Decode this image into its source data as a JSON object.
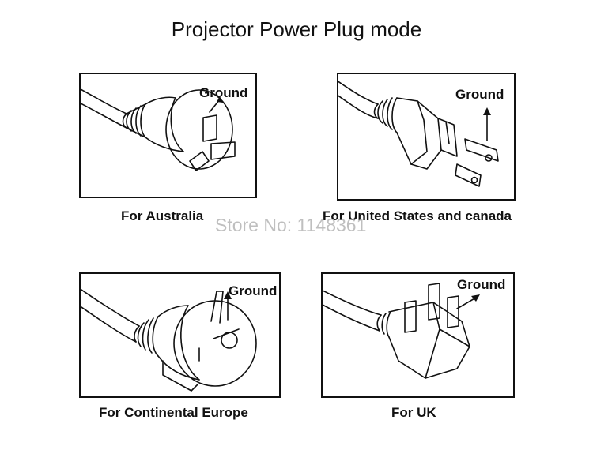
{
  "title": "Projector Power Plug mode",
  "ground_label": "Ground",
  "panels": [
    {
      "caption": "For Australia",
      "plug": "australia-plug"
    },
    {
      "caption": "For United States  and canada",
      "plug": "us-plug"
    },
    {
      "caption": "For Continental Europe",
      "plug": "europe-plug"
    },
    {
      "caption": "For UK",
      "plug": "uk-plug"
    }
  ],
  "watermark": "Store No: 1148361",
  "colors": {
    "line": "#111111",
    "background": "#ffffff",
    "watermark": "#aaaaaa"
  }
}
